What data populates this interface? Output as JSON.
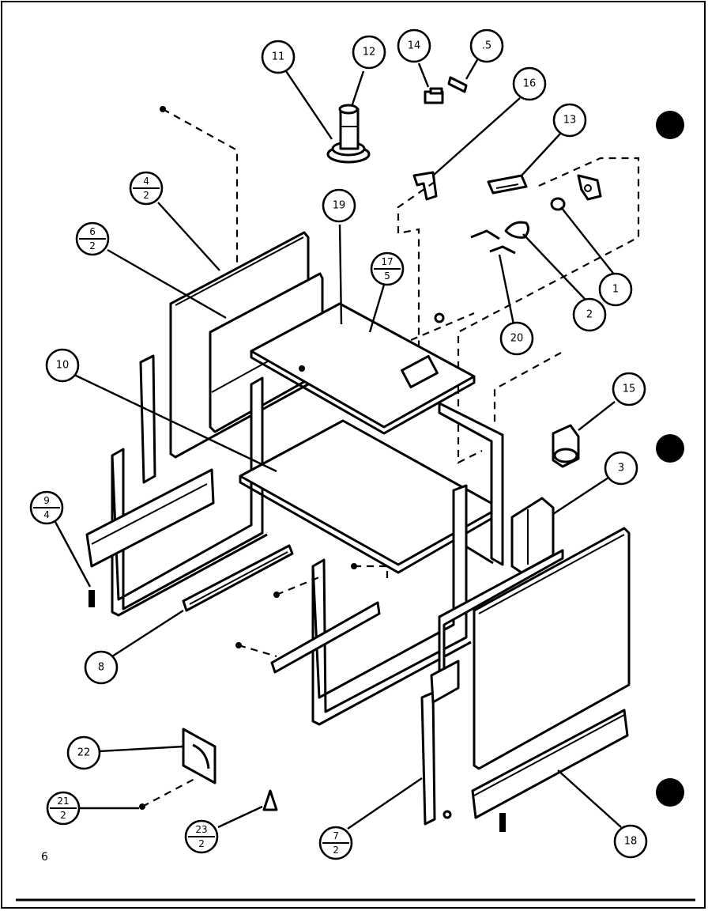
{
  "page_number": "6",
  "callouts": {
    "c11": {
      "num": "11"
    },
    "c12": {
      "num": "12"
    },
    "c14": {
      "num": "14"
    },
    "c5": {
      "num": ".5"
    },
    "c16": {
      "num": "16"
    },
    "c13": {
      "num": "13"
    },
    "c4_2": {
      "num": "4",
      "den": "2"
    },
    "c19": {
      "num": "19"
    },
    "c6_2": {
      "num": "6",
      "den": "2"
    },
    "c17_5": {
      "num": "17",
      "den": "5"
    },
    "c1": {
      "num": "1"
    },
    "c2": {
      "num": "2"
    },
    "c20": {
      "num": "20"
    },
    "c10": {
      "num": "10"
    },
    "c15": {
      "num": "15"
    },
    "c3": {
      "num": "3"
    },
    "c9_4": {
      "num": "9",
      "den": "4"
    },
    "c8": {
      "num": "8"
    },
    "c22": {
      "num": "22"
    },
    "c21_2": {
      "num": "21",
      "den": "2"
    },
    "c23_2": {
      "num": "23",
      "den": "2"
    },
    "c7_2": {
      "num": "7",
      "den": "2"
    },
    "c18": {
      "num": "18"
    }
  }
}
